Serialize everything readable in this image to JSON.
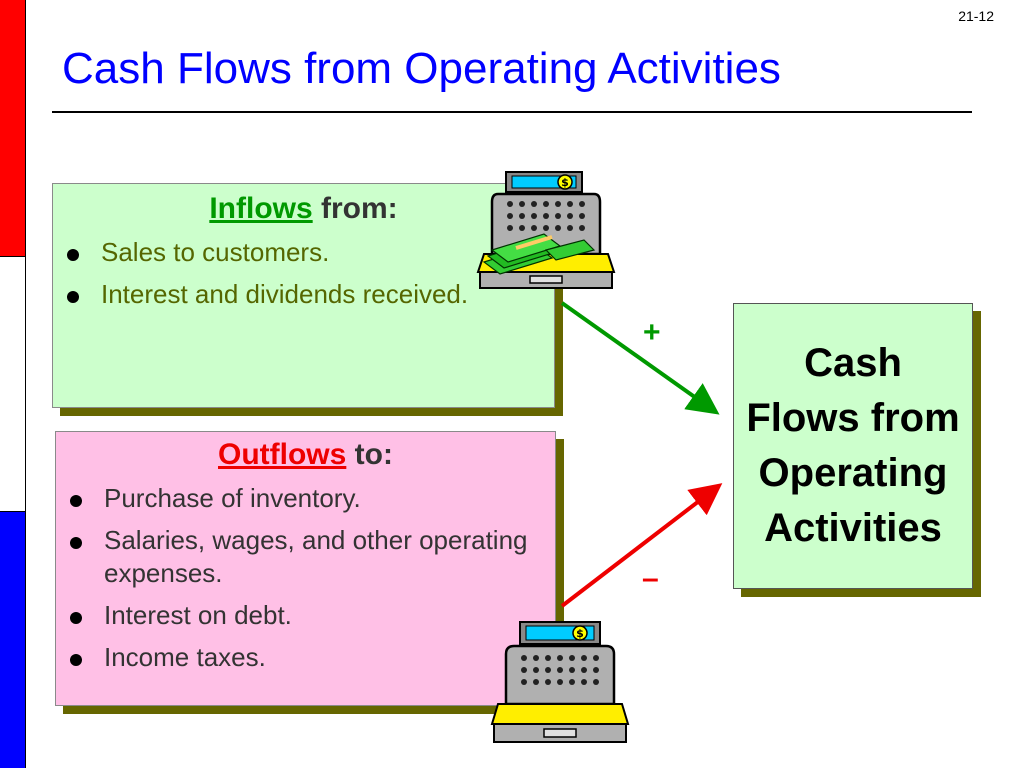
{
  "slide_number": "21-12",
  "title": "Cash Flows from Operating Activities",
  "inflows": {
    "keyword": "Inflows",
    "rest": "from:",
    "items": [
      "Sales to customers.",
      "Interest and dividends received."
    ]
  },
  "outflows": {
    "keyword": "Outflows",
    "rest": "to:",
    "items": [
      "Purchase of inventory.",
      "Salaries, wages, and other operating expenses.",
      "Interest on debt.",
      "Income taxes."
    ]
  },
  "result": {
    "label": "Cash Flows from Operating Activities"
  },
  "signs": {
    "plus": "+",
    "minus": "–"
  },
  "register_symbol": "$",
  "colors": {
    "title": "#0000ff",
    "inflow_accent": "#009900",
    "outflow_accent": "#ee0000",
    "inflow_box": "#ccffcc",
    "outflow_box": "#ffc0e6",
    "shadow": "#666600",
    "stripe_top": "#ff0000",
    "stripe_middle": "#ffffff",
    "stripe_bottom": "#0000ff"
  },
  "icons": [
    "cash-register-with-money-icon",
    "cash-register-icon"
  ]
}
